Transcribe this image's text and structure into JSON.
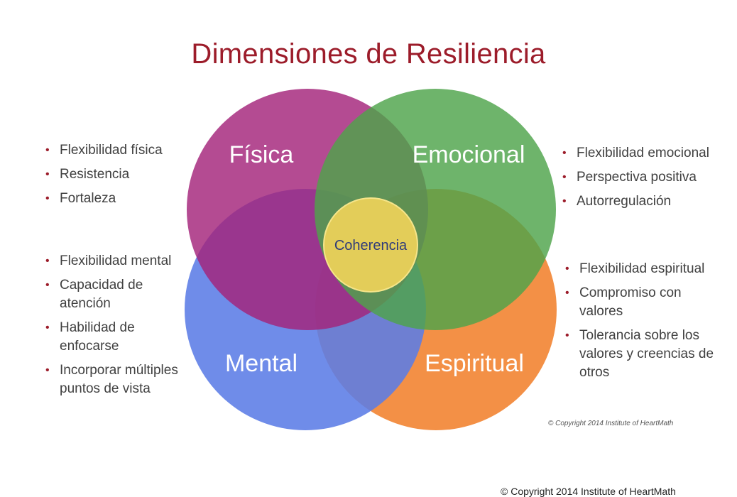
{
  "title": "Dimensiones de Resiliencia",
  "circles": {
    "fisica": {
      "label": "Física",
      "color": "#a4237a"
    },
    "emocional": {
      "label": "Emocional",
      "color": "#4ea34b"
    },
    "mental": {
      "label": "Mental",
      "color": "#5b7ce6"
    },
    "espiritual": {
      "label": "Espiritual",
      "color": "#f28a3c"
    },
    "center": {
      "label": "Coherencia",
      "color": "#f2d45a"
    }
  },
  "lists": {
    "fisica": [
      "Flexibilidad física",
      "Resistencia",
      "Fortaleza"
    ],
    "emocional": [
      "Flexibilidad emocional",
      "Perspectiva positiva",
      "Autorregulación"
    ],
    "mental": [
      "Flexibilidad mental",
      "Capacidad de atención",
      "Habilidad de enfocarse",
      "Incorporar múltiples puntos de vista"
    ],
    "espiritual": [
      "Flexibilidad espiritual",
      "Compromiso con valores",
      "Tolerancia sobre los valores y creencias de otros"
    ]
  },
  "copyright": "© Copyright 2014 Institute of HeartMath",
  "copyright_bottom": "© Copyright 2014 Institute of HeartMath"
}
